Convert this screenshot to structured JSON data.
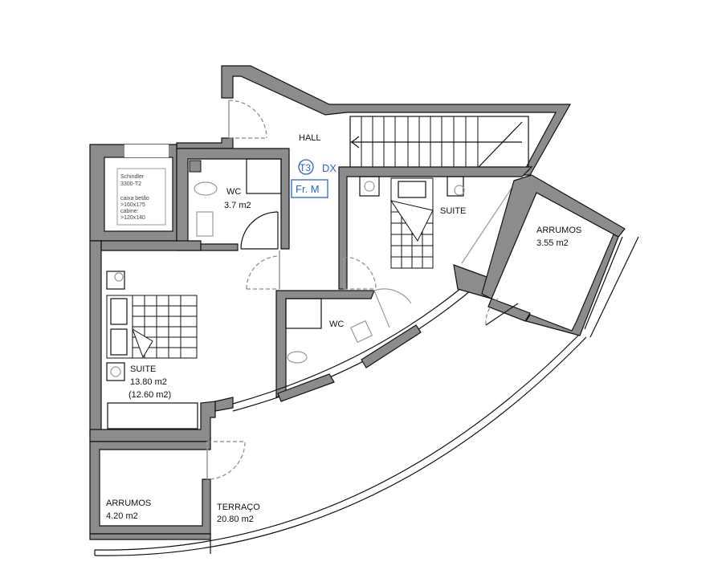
{
  "plan": {
    "unit_tag": "T3",
    "unit_side": "DX",
    "orientation_label": "Fr. M",
    "accent_color": "#2a62d8",
    "wall_color": "#8c8c8c"
  },
  "rooms": {
    "hall": {
      "name": "HALL"
    },
    "wc_top": {
      "name": "WC",
      "area": "3.7 m2"
    },
    "wc_mid": {
      "name": "WC"
    },
    "suite_right": {
      "name": "SUITE"
    },
    "suite_left": {
      "name": "SUITE",
      "area": "13.80 m2",
      "area_net": "(12.60 m2)"
    },
    "arrumos_right": {
      "name": "ARRUMOS",
      "area": "3.55 m2"
    },
    "arrumos_left": {
      "name": "ARRUMOS",
      "area": "4.20 m2"
    },
    "terraco": {
      "name": "TERRAÇO",
      "area": "20.80 m2"
    }
  },
  "elevator": {
    "brand": "Schindler",
    "model": "3300-T2",
    "line1": "caixa betão",
    "line2": ">160x175",
    "line3": "cabine:",
    "line4": ">120x140"
  }
}
